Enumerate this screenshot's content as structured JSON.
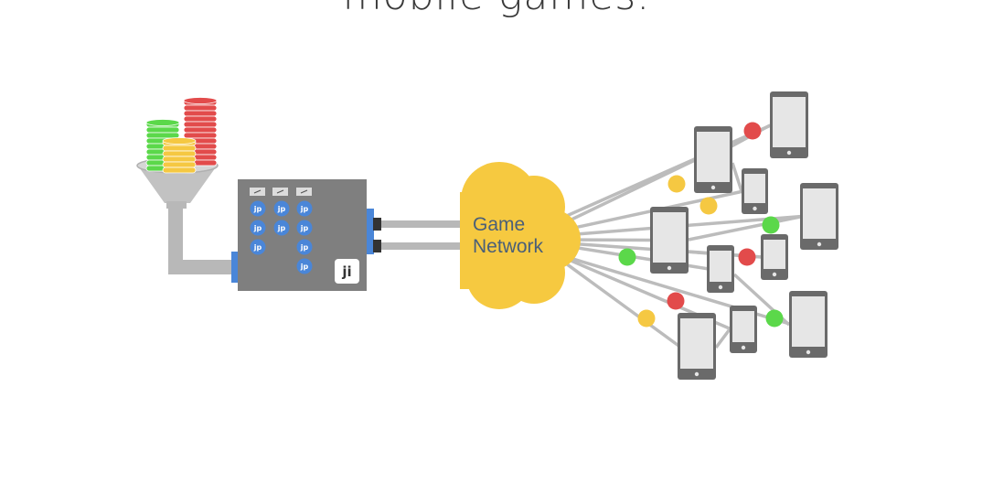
{
  "heading": "mobile games.",
  "cloud": {
    "line1": "Game",
    "line2": "Network"
  },
  "server": {
    "badge": "ji",
    "plugin_label": "jp"
  },
  "colors": {
    "coin_green": "#5bd84a",
    "coin_red": "#e24b4b",
    "coin_yellow": "#f5c842",
    "cloud": "#f6c940",
    "server_box": "#7f7f7f",
    "connector": "#4a86d8",
    "plugin": "#4a86d8",
    "pipe": "#b8b8b8",
    "device": "#6a6a6a",
    "screen": "#e6e6e6"
  },
  "icons": [
    "coin-stack-icon",
    "funnel-icon",
    "server-icon",
    "plugin-icon",
    "cloud-icon",
    "phone-icon"
  ]
}
